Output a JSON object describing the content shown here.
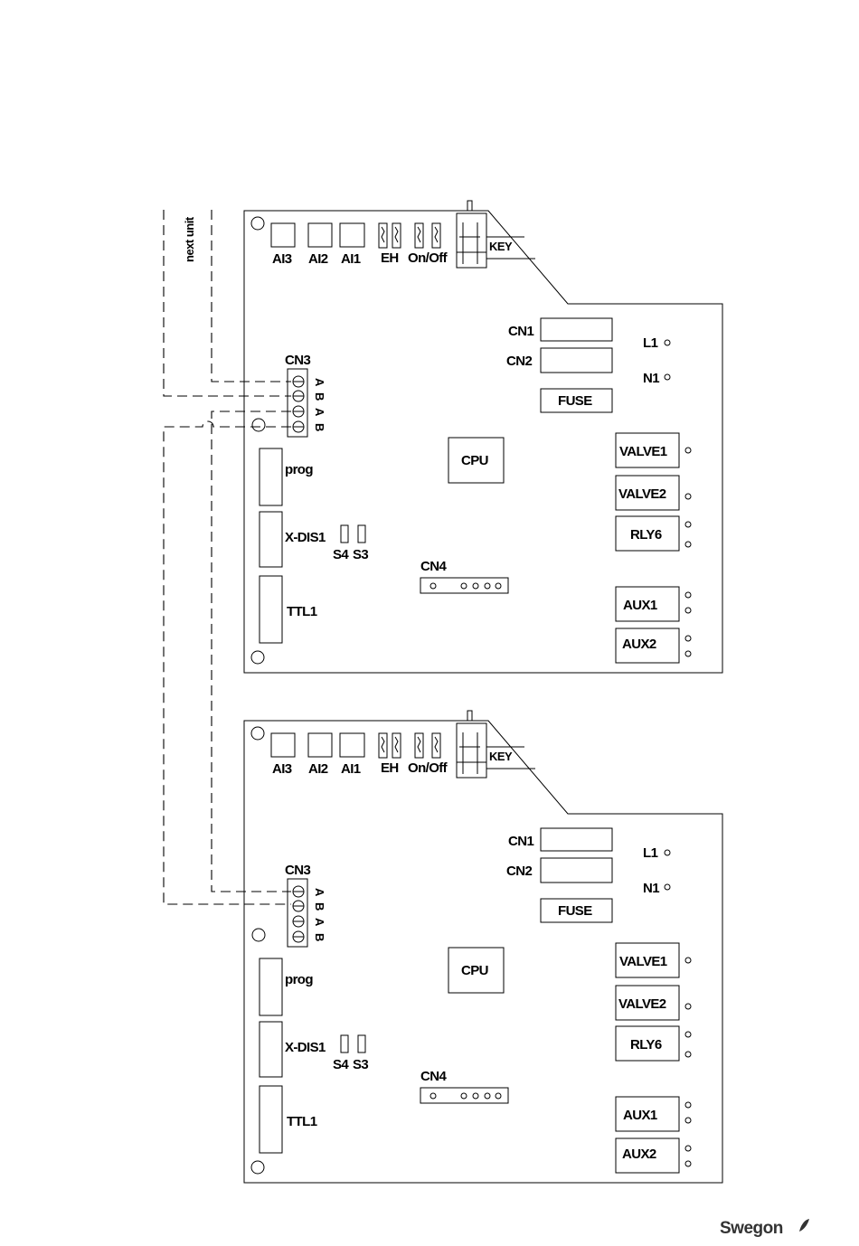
{
  "wiring": {
    "next_unit_label": "next unit"
  },
  "board": {
    "inputs": [
      "AI3",
      "AI2",
      "AI1",
      "EH",
      "On/Off"
    ],
    "key_label": "KEY",
    "cn1": "CN1",
    "cn2": "CN2",
    "fuse": "FUSE",
    "l1": "L1",
    "n1": "N1",
    "cn3": "CN3",
    "cn3_pins": [
      "A",
      "B",
      "A",
      "B"
    ],
    "cpu": "CPU",
    "prog": "prog",
    "xdis": "X-DIS1",
    "s4": "S4",
    "s3": "S3",
    "cn4": "CN4",
    "ttl": "TTL1",
    "outputs": [
      "VALVE1",
      "VALVE2",
      "RLY6",
      "AUX1",
      "AUX2"
    ]
  },
  "footer": {
    "brand": "Swegon"
  }
}
